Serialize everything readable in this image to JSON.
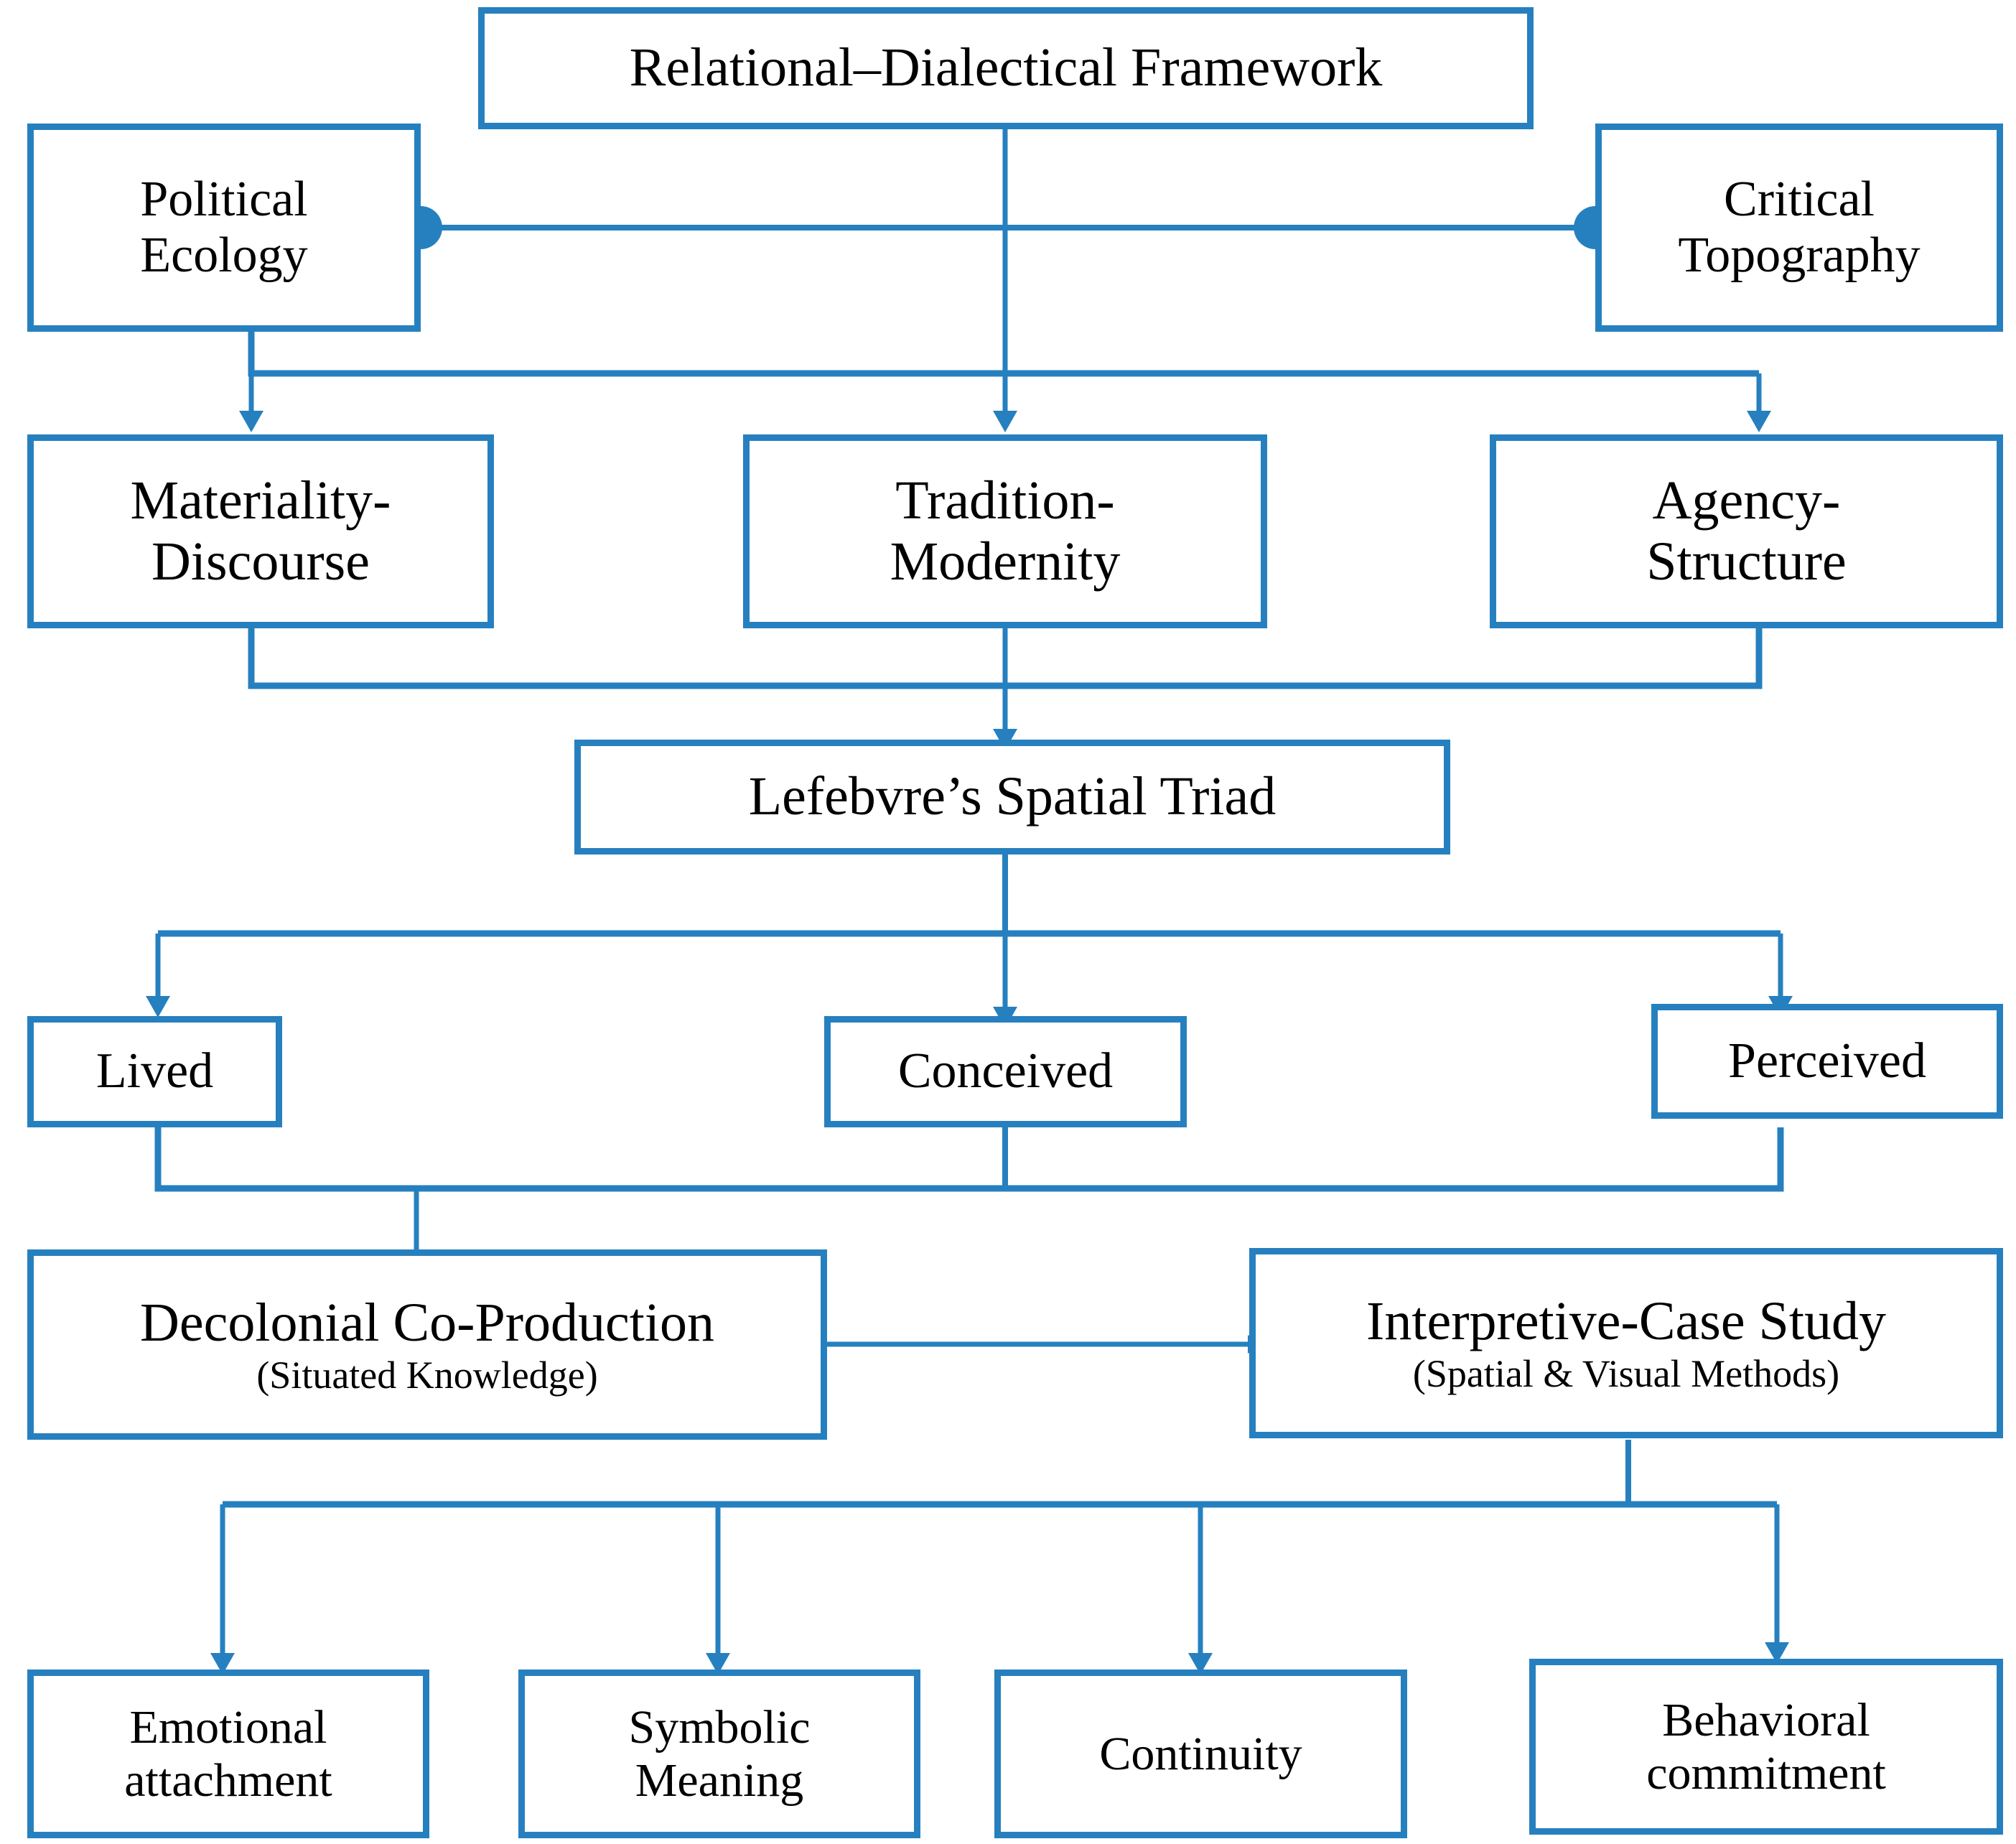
{
  "diagram": {
    "title": "Relational–Dialectical Framework",
    "accent_color": "#2680bf",
    "background_color": "#ffffff",
    "text_color": "#000000",
    "nodes": {
      "framework": {
        "label": "Relational–Dialectical Framework"
      },
      "political_ecology": {
        "line1": "Political",
        "line2": "Ecology"
      },
      "critical_topography": {
        "line1": "Critical",
        "line2": "Topography"
      },
      "materiality_discourse": {
        "line1": "Materiality-",
        "line2": "Discourse"
      },
      "tradition_modernity": {
        "line1": "Tradition-",
        "line2": "Modernity"
      },
      "agency_structure": {
        "line1": "Agency-",
        "line2": "Structure"
      },
      "spatial_triad": {
        "label": "Lefebvre’s Spatial Triad"
      },
      "lived": {
        "label": "Lived"
      },
      "conceived": {
        "label": "Conceived"
      },
      "perceived": {
        "label": "Perceived"
      },
      "decolonial": {
        "line1": "Decolonial Co-Production",
        "line2": "(Situated Knowledge)"
      },
      "interpretive_case": {
        "line1": "Interpretive-Case Study",
        "line2": "(Spatial & Visual Methods)"
      },
      "emotional_attachment": {
        "line1": "Emotional",
        "line2": "attachment"
      },
      "symbolic_meaning": {
        "line1": "Symbolic",
        "line2": "Meaning"
      },
      "continuity": {
        "label": "Continuity"
      },
      "behavioral_commitment": {
        "line1": "Behavioral",
        "line2": "commitment"
      }
    },
    "edges": [
      {
        "from": "framework",
        "to": "tradition_modernity",
        "type": "arrow-down"
      },
      {
        "from": "political_ecology",
        "to": "critical_topography",
        "type": "link-dotted-ends"
      },
      {
        "from": "political_ecology",
        "to": "materiality_discourse",
        "type": "bus-arrow-down"
      },
      {
        "from": "political_ecology",
        "to": "agency_structure",
        "type": "bus-arrow-down"
      },
      {
        "from": "materiality_discourse",
        "to": "spatial_triad",
        "type": "merge-arrow-down"
      },
      {
        "from": "tradition_modernity",
        "to": "spatial_triad",
        "type": "merge-arrow-down"
      },
      {
        "from": "agency_structure",
        "to": "spatial_triad",
        "type": "merge-arrow-down"
      },
      {
        "from": "spatial_triad",
        "to": "lived",
        "type": "bus-arrow-down"
      },
      {
        "from": "spatial_triad",
        "to": "conceived",
        "type": "arrow-down"
      },
      {
        "from": "spatial_triad",
        "to": "perceived",
        "type": "bus-arrow-down"
      },
      {
        "from": "lived",
        "to": "decolonial",
        "type": "merge-arrow-down"
      },
      {
        "from": "conceived",
        "to": "decolonial",
        "type": "merge-arrow-down"
      },
      {
        "from": "perceived",
        "to": "decolonial",
        "type": "merge-arrow-down"
      },
      {
        "from": "decolonial",
        "to": "interpretive_case",
        "type": "arrow-right"
      },
      {
        "from": "interpretive_case",
        "to": "emotional_attachment",
        "type": "bus-arrow-down"
      },
      {
        "from": "interpretive_case",
        "to": "symbolic_meaning",
        "type": "bus-arrow-down"
      },
      {
        "from": "interpretive_case",
        "to": "continuity",
        "type": "bus-arrow-down"
      },
      {
        "from": "interpretive_case",
        "to": "behavioral_commitment",
        "type": "bus-arrow-down"
      }
    ]
  }
}
